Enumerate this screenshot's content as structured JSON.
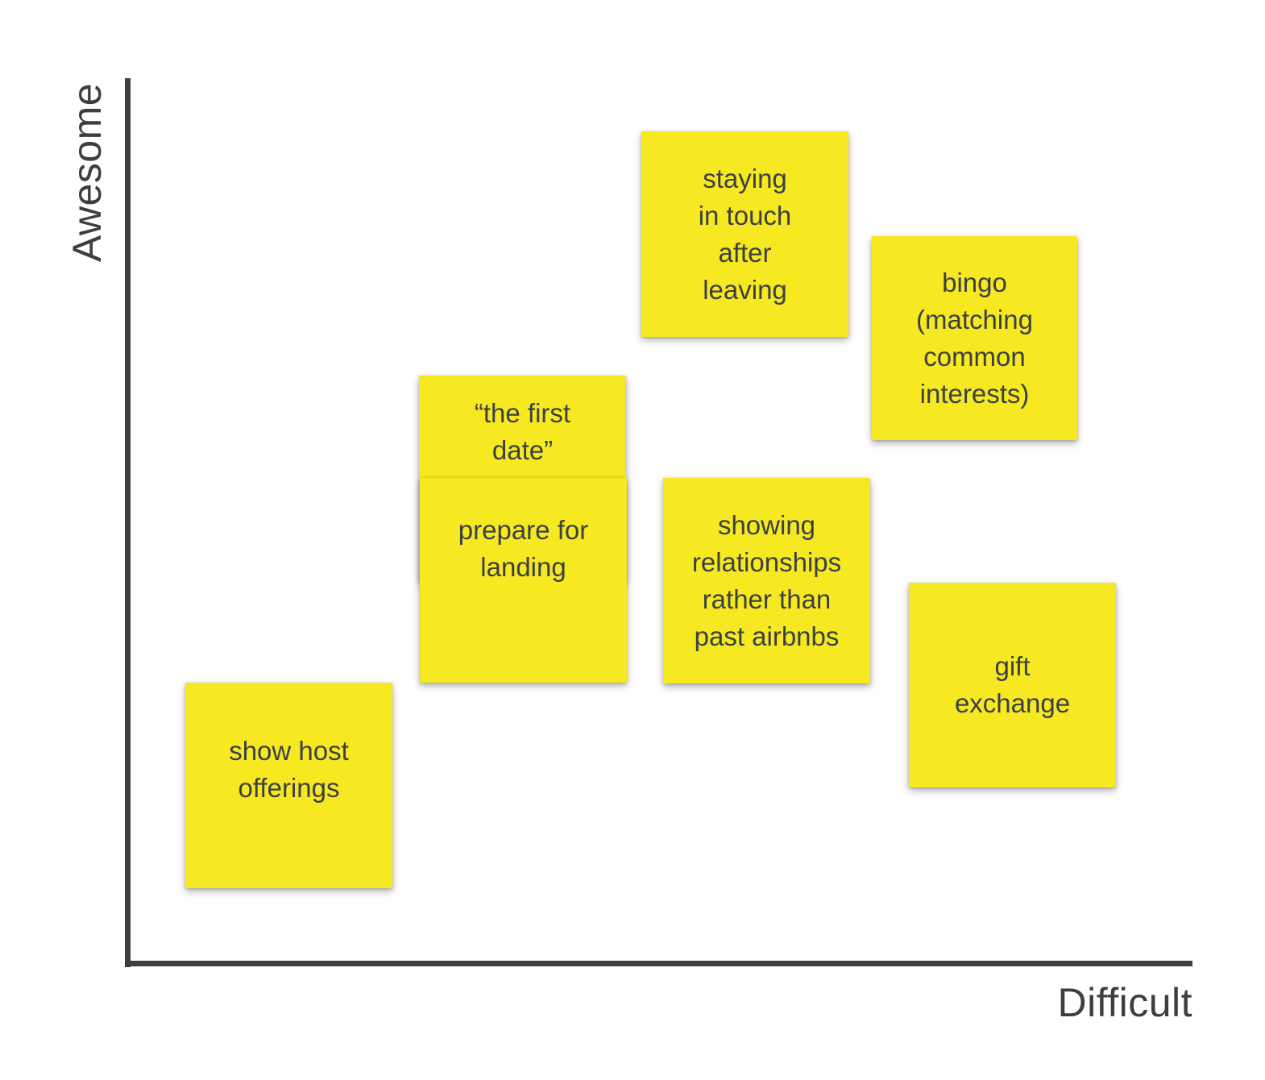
{
  "figure": {
    "background_color": "#ffffff",
    "axis_color": "#3d3e41",
    "note_color": "#f6e821",
    "note_text_color": "#3c4043"
  },
  "axes": {
    "y_label": "Awesome",
    "x_label": "Difficult"
  },
  "notes": [
    {
      "id": "staying-in-touch",
      "text": "staying\nin touch\nafter\nleaving"
    },
    {
      "id": "bingo",
      "text": "bingo\n(matching\ncommon\ninterests)"
    },
    {
      "id": "first-date",
      "text": "“the first\ndate”"
    },
    {
      "id": "prepare-landing",
      "text": "prepare for\nlanding"
    },
    {
      "id": "showing-relationships",
      "text": "showing\nrelationships\nrather than\npast airbnbs"
    },
    {
      "id": "gift-exchange",
      "text": "gift\nexchange"
    },
    {
      "id": "show-host",
      "text": "show host\nofferings"
    }
  ]
}
